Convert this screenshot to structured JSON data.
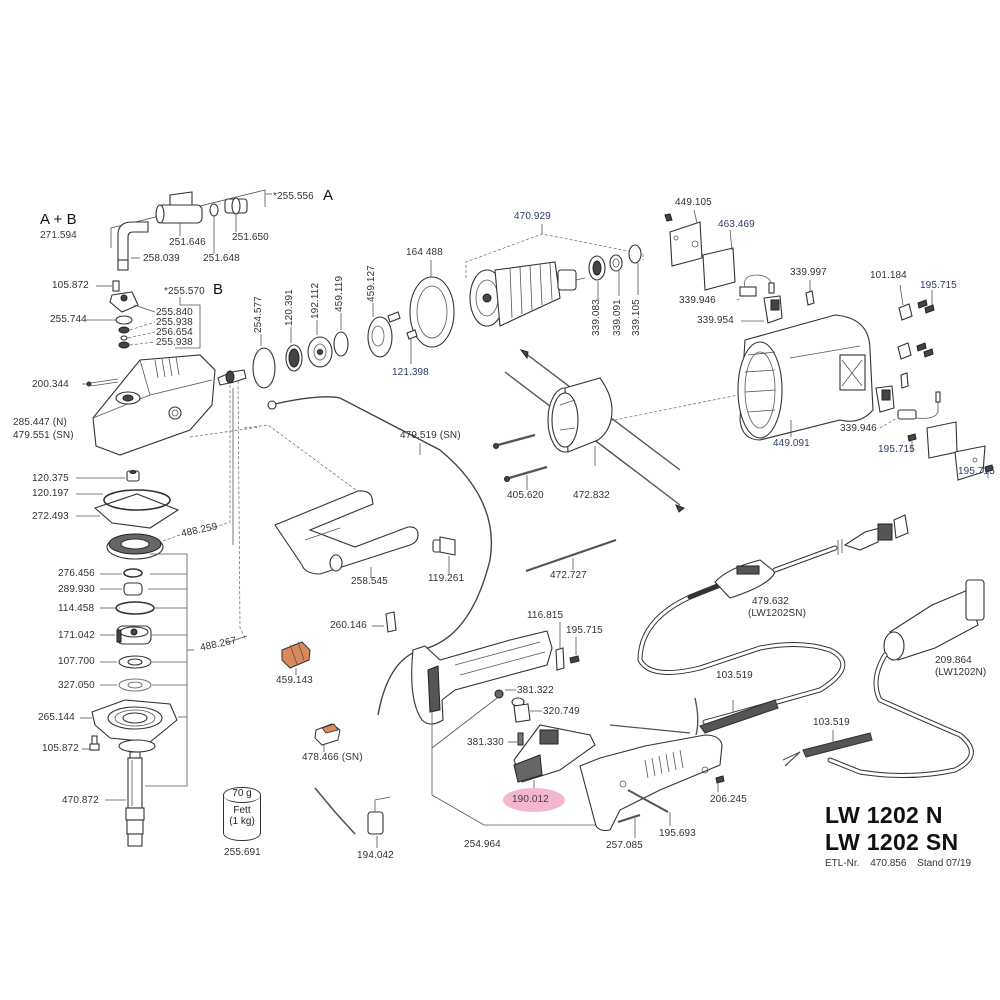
{
  "document": {
    "model_title_1": "LW 1202 N",
    "model_title_2": "LW 1202 SN",
    "etl_label": "ETL-Nr.",
    "etl_number": "470.856",
    "stand": "Stand 07/19"
  },
  "assemblies": {
    "a_plus_b": "A + B",
    "a_plus_b_number": "271.594",
    "a_number": "*255.556",
    "a_letter": "A",
    "b_number": "*255.570",
    "b_letter": "B"
  },
  "highlighted_part": "190.012",
  "grease": {
    "amount": "70 g",
    "name": "Fett",
    "package": "(1 kg)",
    "number": "255.691"
  },
  "parts": {
    "p251_646": "251.646",
    "p251_650": "251.650",
    "p251_648": "251.648",
    "p258_039": "258.039",
    "p105_872_top": "105.872",
    "p255_840": "255.840",
    "p255_938_a": "255.938",
    "p256_654": "256.654",
    "p255_938_b": "255.938",
    "p255_744": "255.744",
    "p200_344": "200.344",
    "p285_447": "285.447 (N)",
    "p479_551": "479.551 (SN)",
    "p120_375": "120.375",
    "p120_197": "120.197",
    "p272_493": "272.493",
    "p488_259": "488.259",
    "p276_456": "276.456",
    "p289_930": "289.930",
    "p114_458": "114.458",
    "p171_042": "171.042",
    "p107_700": "107.700",
    "p327_050": "327.050",
    "p488_267": "488.267",
    "p265_144": "265.144",
    "p105_872_bot": "105.872",
    "p470_872": "470.872",
    "p254_577": "254.577",
    "p120_391": "120.391",
    "p192_112": "192.112",
    "p459_119": "459.119",
    "p459_127": "459.127",
    "p164_488": "164 488",
    "p121_398": "121.398",
    "p470_929": "470.929",
    "p339_083": "339.083",
    "p339_091": "339.091",
    "p339_105": "339.105",
    "p449_105": "449.105",
    "p463_469": "463.469",
    "p339_997": "339.997",
    "p339_946_a": "339.946",
    "p339_954": "339.954",
    "p101_184": "101.184",
    "p195_715_a": "195.715",
    "p449_091": "449.091",
    "p339_946_b": "339.946",
    "p195_715_b": "195.715",
    "p195_715_c": "195.715",
    "p479_519": "479.519 (SN)",
    "p405_620": "405.620",
    "p472_832": "472.832",
    "p258_545": "258.545",
    "p119_261": "119.261",
    "p472_727": "472.727",
    "p260_146": "260.146",
    "p459_143": "459.143",
    "p478_466": "478.466 (SN)",
    "p194_042": "194.042",
    "p116_815": "116.815",
    "p195_715_d": "195.715",
    "p381_322": "381.322",
    "p320_749": "320.749",
    "p381_330": "381.330",
    "p254_964": "254.964",
    "p257_085": "257.085",
    "p195_693": "195.693",
    "p206_245": "206.245",
    "p479_632": "479.632",
    "p479_632_note": "(LW1202SN)",
    "p209_864": "209.864",
    "p209_864_note": "(LW1202N)",
    "p103_519_a": "103.519",
    "p103_519_b": "103.519"
  },
  "colors": {
    "highlight": "#f2b7cf",
    "connector_orange": "#d9895a",
    "line": "#333333"
  }
}
